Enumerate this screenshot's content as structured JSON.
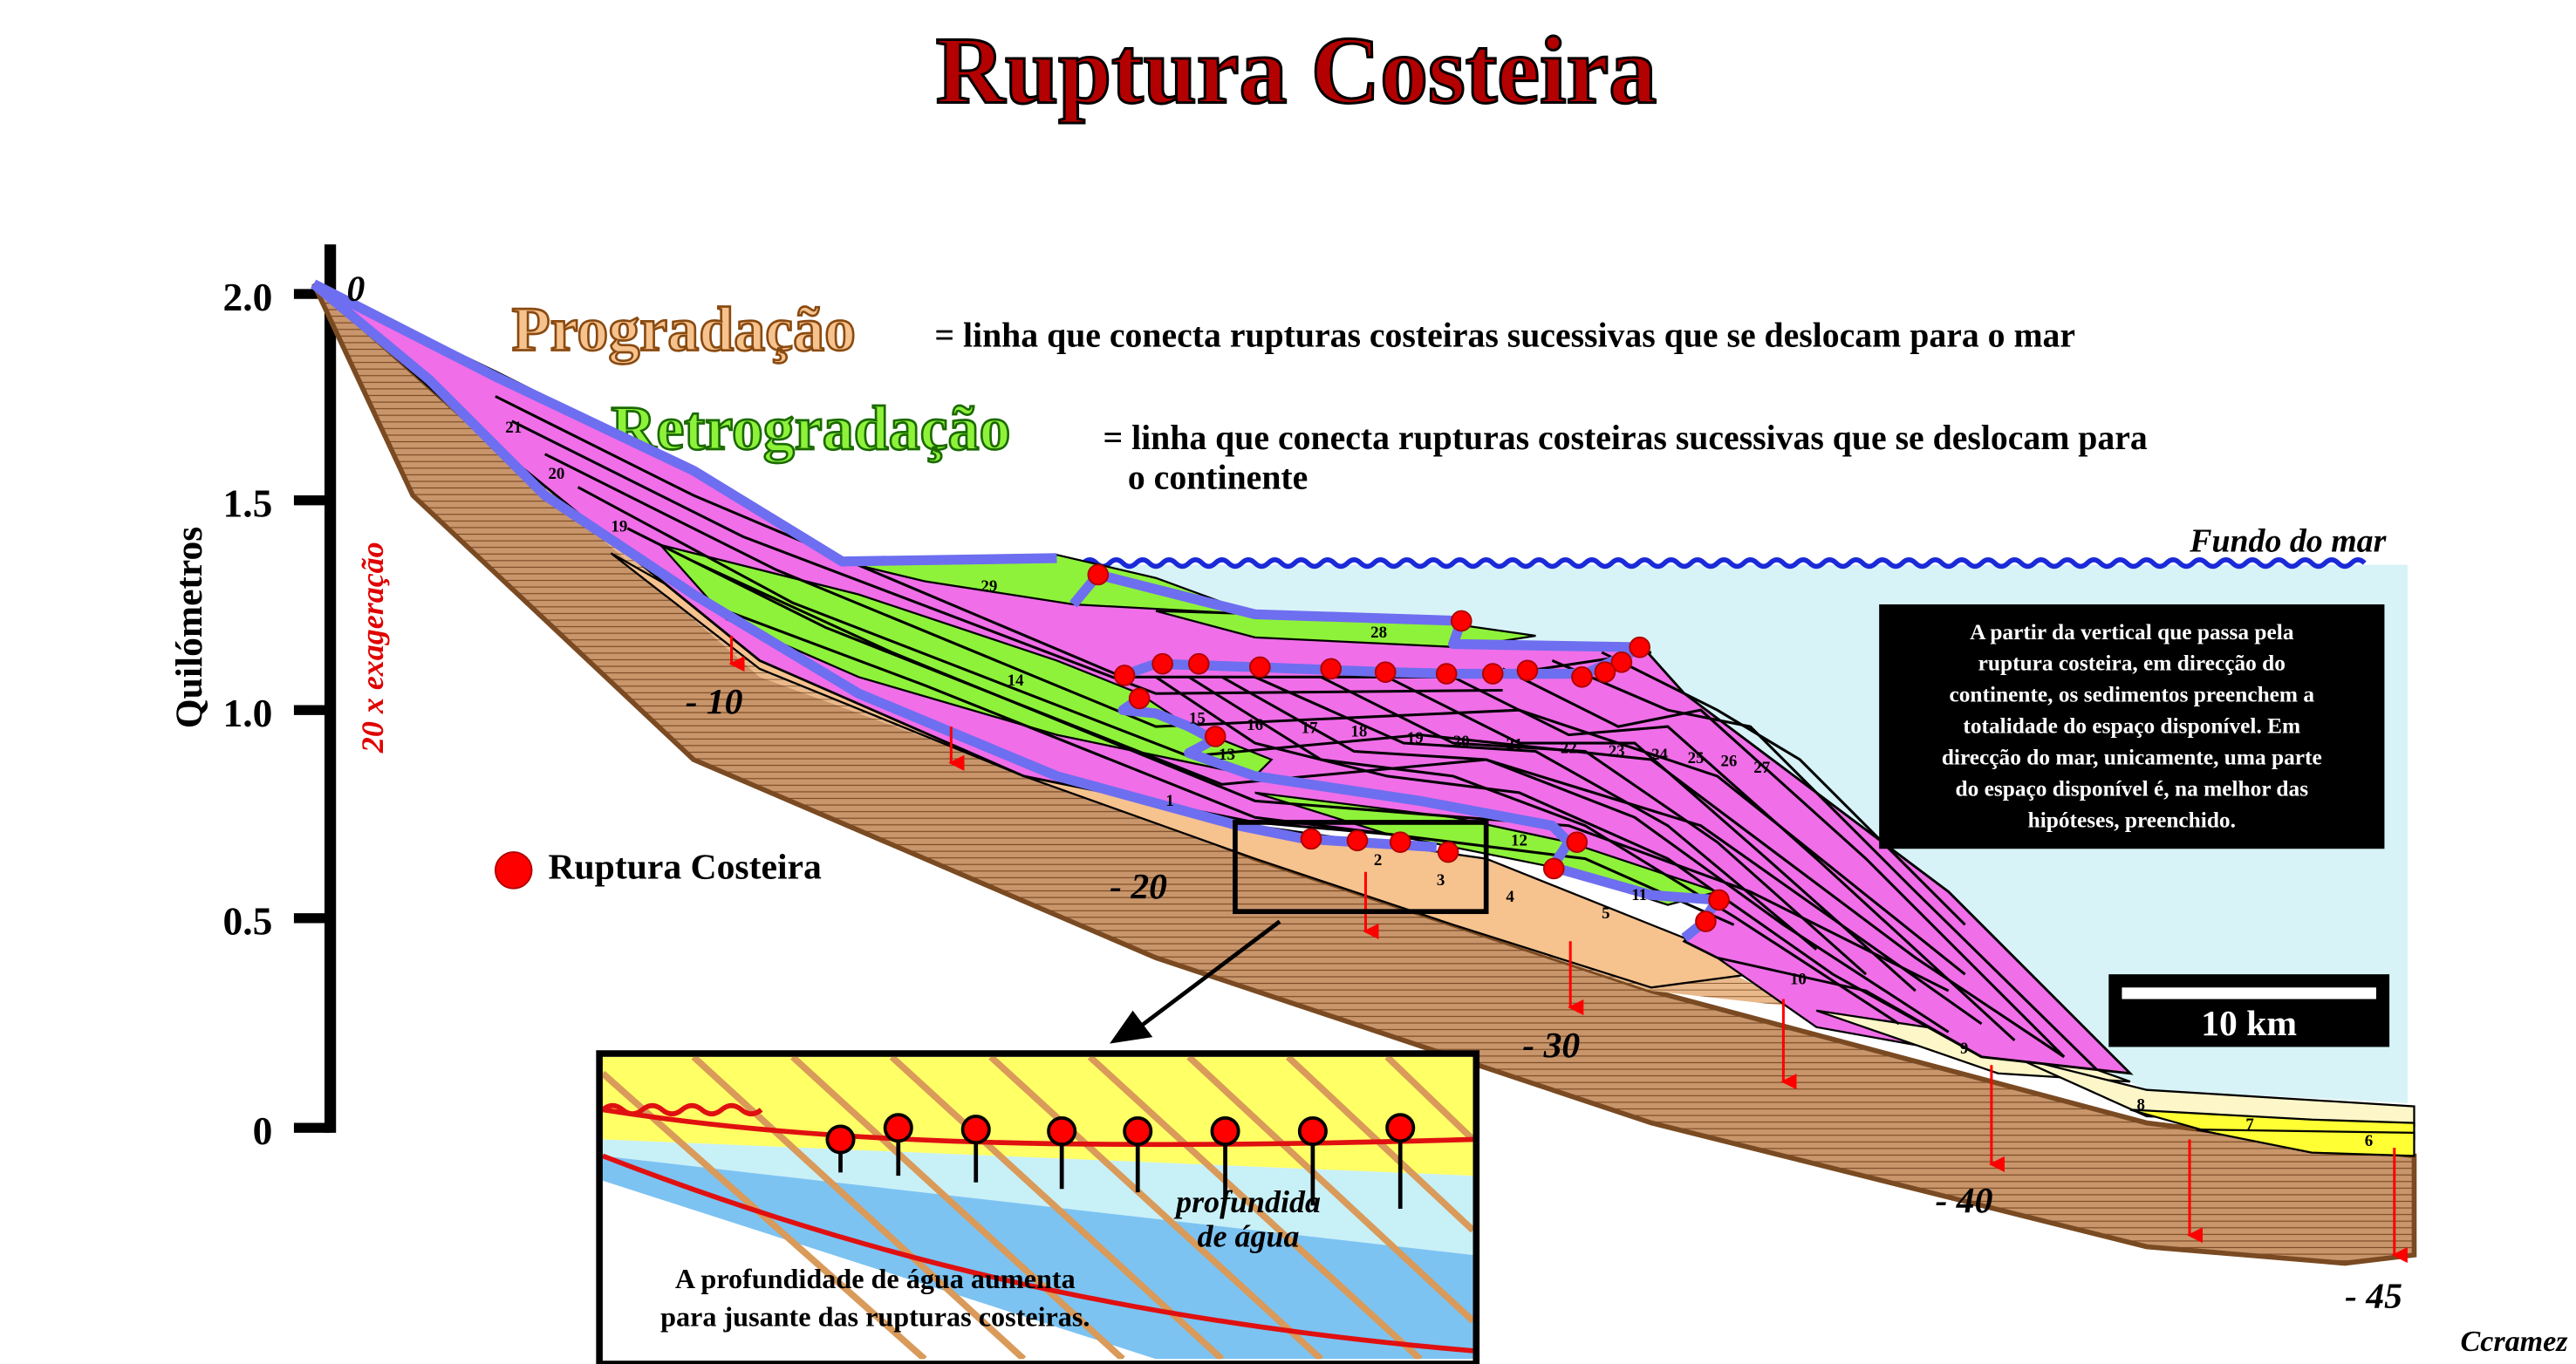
{
  "title": "Ruptura Costeira",
  "legend": {
    "prograd_term": "Progradação",
    "prograd_def": "= linha que conecta rupturas costeiras sucessivas que se deslocam para o mar",
    "retrograd_term": "Retrogradação",
    "retrograd_def_1": "= linha que conecta rupturas costeiras sucessivas que se deslocam para",
    "retrograd_def_2": "o continente",
    "marker_label": "Ruptura Costeira"
  },
  "axis": {
    "label": "Quilómetros",
    "exaggeration": "20 x exageração",
    "ticks": [
      "2.0",
      "1.5",
      "1.0",
      "0.5",
      "0"
    ]
  },
  "depth_labels": [
    "0",
    "- 10",
    "- 20",
    "- 30",
    "- 40",
    "- 45"
  ],
  "sea_floor_label": "Fundo do mar",
  "info_box": [
    "A partir da vertical que passa pela",
    "ruptura costeira, em direcção do",
    "continente, os sedimentos preenchem a",
    "totalidade do espaço disponível. Em",
    "direcção do mar, unicamente, uma parte",
    "do espaço disponível é, na melhor das",
    "hipóteses, preenchido."
  ],
  "scale_bar": "10 km",
  "inset": {
    "water_label_1": "profundida",
    "water_label_2": "de água",
    "caption_1": "A profundidade de água aumenta",
    "caption_2": "para jusante das rupturas costeiras."
  },
  "author": "Ccramez",
  "sequence_numbers": [
    "1",
    "2",
    "3",
    "4",
    "5",
    "6",
    "7",
    "8",
    "9",
    "10",
    "11",
    "12",
    "13",
    "14",
    "15",
    "16",
    "17",
    "18",
    "19",
    "20",
    "21",
    "22",
    "23",
    "24",
    "25",
    "26",
    "27",
    "28",
    "29"
  ],
  "colors": {
    "title_red": "#b30000",
    "progradation": "#f6c28e",
    "retrogradation": "#8ef23a",
    "pink_sequence": "#f06ee8",
    "trajectory_blue": "#6e6ef0",
    "sea": "#d7f3f7",
    "rupture_red": "#ff0000",
    "basement_brown": "#c9956b",
    "yellow_sequence": "#ffff33",
    "cream_sequence": "#fdf6c8"
  }
}
